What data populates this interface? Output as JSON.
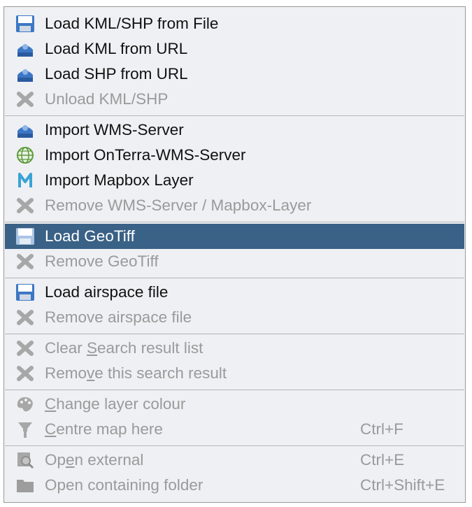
{
  "menu": {
    "items": [
      {
        "label": "Load KML/SHP from File",
        "icon": "floppy-disk-icon",
        "enabled": true
      },
      {
        "label": "Load KML from URL",
        "icon": "network-server-icon",
        "enabled": true
      },
      {
        "label": "Load SHP from URL",
        "icon": "network-server-icon",
        "enabled": true
      },
      {
        "label": "Unload KML/SHP",
        "icon": "remove-x-icon",
        "enabled": false
      },
      {
        "label": "Import WMS-Server",
        "icon": "network-server-icon",
        "enabled": true
      },
      {
        "label": "Import OnTerra-WMS-Server",
        "icon": "globe-grid-icon",
        "enabled": true
      },
      {
        "label": "Import Mapbox Layer",
        "icon": "mapbox-m-icon",
        "enabled": true
      },
      {
        "label": "Remove WMS-Server / Mapbox-Layer",
        "icon": "remove-x-icon",
        "enabled": false
      },
      {
        "label": "Load GeoTiff",
        "icon": "floppy-disk-icon",
        "enabled": true,
        "selected": true
      },
      {
        "label": "Remove GeoTiff",
        "icon": "remove-x-icon",
        "enabled": false
      },
      {
        "label": "Load airspace file",
        "icon": "floppy-disk-icon",
        "enabled": true
      },
      {
        "label": "Remove airspace file",
        "icon": "remove-x-icon",
        "enabled": false
      },
      {
        "label_pre": "Clear ",
        "label_u": "S",
        "label_post": "earch result list",
        "icon": "remove-x-icon",
        "enabled": false
      },
      {
        "label_pre": "Remo",
        "label_u": "v",
        "label_post": "e this search result",
        "icon": "remove-x-icon",
        "enabled": false
      },
      {
        "label_pre": "",
        "label_u": "C",
        "label_post": "hange layer colour",
        "icon": "paint-palette-icon",
        "enabled": false
      },
      {
        "label_pre": "",
        "label_u": "C",
        "label_post": "entre map here",
        "icon": "map-pin-icon",
        "enabled": false,
        "shortcut": "Ctrl+F"
      },
      {
        "label_pre": "Op",
        "label_u": "e",
        "label_post": "n external",
        "icon": "magnifier-icon",
        "enabled": false,
        "shortcut": "Ctrl+E"
      },
      {
        "label": "Open containing folder",
        "icon": "folder-icon",
        "enabled": false,
        "shortcut": "Ctrl+Shift+E"
      }
    ]
  },
  "colors": {
    "selected_bg": "#3a6186",
    "disabled_text": "#9a9a9a",
    "menu_bg": "#eef0f3"
  }
}
